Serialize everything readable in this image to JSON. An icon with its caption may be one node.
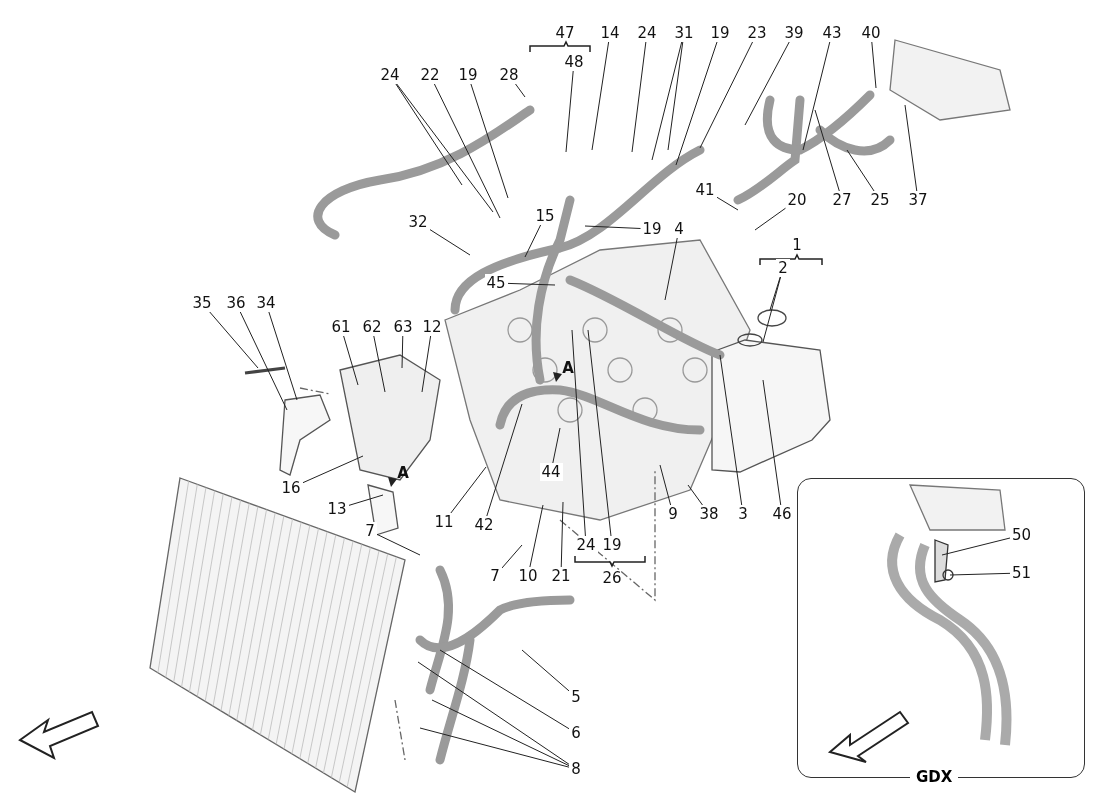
{
  "diagram": {
    "nodes": [
      {
        "text": [
          "24"
        ]
      },
      {
        "text": [
          "22"
        ]
      },
      {
        "text": [
          "19"
        ]
      },
      {
        "text": [
          "28"
        ]
      },
      {
        "text": [
          "48"
        ]
      },
      {
        "text": [
          "14"
        ]
      },
      {
        "text": [
          "24"
        ]
      },
      {
        "text": [
          "31"
        ]
      },
      {
        "text": [
          "19"
        ]
      },
      {
        "text": [
          "23"
        ]
      },
      {
        "text": [
          "39"
        ]
      },
      {
        "text": [
          "43"
        ]
      },
      {
        "text": [
          "40"
        ]
      },
      {
        "text": [
          "41"
        ]
      },
      {
        "text": [
          "20"
        ]
      },
      {
        "text": [
          "27"
        ]
      },
      {
        "text": [
          "25"
        ]
      },
      {
        "text": [
          "37"
        ]
      },
      {
        "text": [
          "32"
        ]
      },
      {
        "text": [
          "15"
        ]
      },
      {
        "text": [
          "19"
        ]
      },
      {
        "text": [
          "4"
        ]
      },
      {
        "text": [
          "2"
        ]
      },
      {
        "text": [
          "45"
        ]
      },
      {
        "text": [
          "35"
        ]
      },
      {
        "text": [
          "36"
        ]
      },
      {
        "text": [
          "34"
        ]
      },
      {
        "text": [
          "61"
        ]
      },
      {
        "text": [
          "62"
        ]
      },
      {
        "text": [
          "63"
        ]
      },
      {
        "text": [
          "12"
        ]
      },
      {
        "text": [
          "44"
        ]
      },
      {
        "text": [
          "16"
        ]
      },
      {
        "text": [
          "13"
        ]
      },
      {
        "text": [
          "9"
        ]
      },
      {
        "text": [
          "38"
        ]
      },
      {
        "text": [
          "3"
        ]
      },
      {
        "text": [
          "46"
        ]
      },
      {
        "text": [
          "11"
        ]
      },
      {
        "text": [
          "42"
        ]
      },
      {
        "text": [
          "7"
        ]
      },
      {
        "text": [
          "24"
        ]
      },
      {
        "text": [
          "19"
        ]
      },
      {
        "text": [
          "7"
        ]
      },
      {
        "text": [
          "10"
        ]
      },
      {
        "text": [
          "21"
        ]
      },
      {
        "text": [
          "5"
        ]
      },
      {
        "text": [
          "6"
        ]
      },
      {
        "text": [
          "8"
        ]
      },
      {
        "text": [
          "GDX"
        ]
      },
      {
        "text": [
          "50"
        ],
        "in": 49
      },
      {
        "text": [
          "51"
        ],
        "in": 49
      }
    ],
    "edges": [
      {
        "from": 0,
        "to": null,
        "arrow": "none"
      },
      {
        "from": 0,
        "to": null,
        "arrow": "none"
      },
      {
        "from": 1,
        "to": null,
        "arrow": "none"
      },
      {
        "from": 2,
        "to": null,
        "arrow": "none"
      },
      {
        "from": 3,
        "to": null,
        "arrow": "none"
      },
      {
        "from": 4,
        "to": null,
        "arrow": "none"
      },
      {
        "from": 5,
        "to": null,
        "arrow": "none"
      },
      {
        "from": 6,
        "to": null,
        "arrow": "none"
      },
      {
        "from": 7,
        "to": null,
        "arrow": "none"
      },
      {
        "from": 7,
        "to": null,
        "arrow": "none"
      },
      {
        "from": 8,
        "to": null,
        "arrow": "none"
      },
      {
        "from": 9,
        "to": null,
        "arrow": "none"
      },
      {
        "from": 10,
        "to": null,
        "arrow": "none"
      },
      {
        "from": 11,
        "to": null,
        "arrow": "none"
      },
      {
        "from": 12,
        "to": null,
        "arrow": "none"
      },
      {
        "from": 13,
        "to": null,
        "arrow": "none"
      },
      {
        "from": 14,
        "to": null,
        "arrow": "none"
      },
      {
        "from": 15,
        "to": null,
        "arrow": "none"
      },
      {
        "from": 16,
        "to": null,
        "arrow": "none"
      },
      {
        "from": 17,
        "to": null,
        "arrow": "none"
      },
      {
        "from": 18,
        "to": null,
        "arrow": "none"
      },
      {
        "from": 19,
        "to": null,
        "arrow": "none"
      },
      {
        "from": 20,
        "to": null,
        "arrow": "none"
      },
      {
        "from": 21,
        "to": null,
        "arrow": "none"
      },
      {
        "from": 22,
        "to": null,
        "arrow": "none"
      },
      {
        "from": 22,
        "to": null,
        "arrow": "none"
      },
      {
        "from": 23,
        "to": null,
        "arrow": "none"
      },
      {
        "from": 24,
        "to": null,
        "arrow": "none"
      },
      {
        "from": 25,
        "to": null,
        "arrow": "none"
      },
      {
        "from": 26,
        "to": null,
        "arrow": "none"
      },
      {
        "from": 27,
        "to": null,
        "arrow": "none"
      },
      {
        "from": 28,
        "to": null,
        "arrow": "none"
      },
      {
        "from": 29,
        "to": null,
        "arrow": "none"
      },
      {
        "from": 30,
        "to": null,
        "arrow": "none"
      },
      {
        "from": 31,
        "to": null,
        "arrow": "none"
      },
      {
        "from": 32,
        "to": null,
        "arrow": "none"
      },
      {
        "from": 33,
        "to": null,
        "arrow": "none"
      },
      {
        "from": 34,
        "to": null,
        "arrow": "none"
      },
      {
        "from": 35,
        "to": null,
        "arrow": "none"
      },
      {
        "from": 36,
        "to": null,
        "arrow": "none"
      },
      {
        "from": 37,
        "to": null,
        "arrow": "none"
      },
      {
        "from": 38,
        "to": null,
        "arrow": "none"
      },
      {
        "from": 39,
        "to": null,
        "arrow": "none"
      },
      {
        "from": 40,
        "to": null,
        "arrow": "none"
      },
      {
        "from": 41,
        "to": null,
        "arrow": "none"
      },
      {
        "from": 42,
        "to": null,
        "arrow": "none"
      },
      {
        "from": 43,
        "to": null,
        "arrow": "none"
      },
      {
        "from": 44,
        "to": null,
        "arrow": "none"
      },
      {
        "from": 45,
        "to": null,
        "arrow": "none"
      },
      {
        "from": 46,
        "to": null,
        "arrow": "none"
      },
      {
        "from": 47,
        "to": null,
        "arrow": "none"
      },
      {
        "from": 48,
        "to": null,
        "arrow": "none"
      },
      {
        "from": 48,
        "to": null,
        "arrow": "none"
      },
      {
        "from": 48,
        "to": null,
        "arrow": "none"
      },
      {
        "from": 50,
        "to": null,
        "arrow": "none"
      },
      {
        "from": 51,
        "to": null,
        "arrow": "none"
      }
    ],
    "labels": [
      "47",
      "1",
      "26",
      "A",
      "A"
    ]
  }
}
